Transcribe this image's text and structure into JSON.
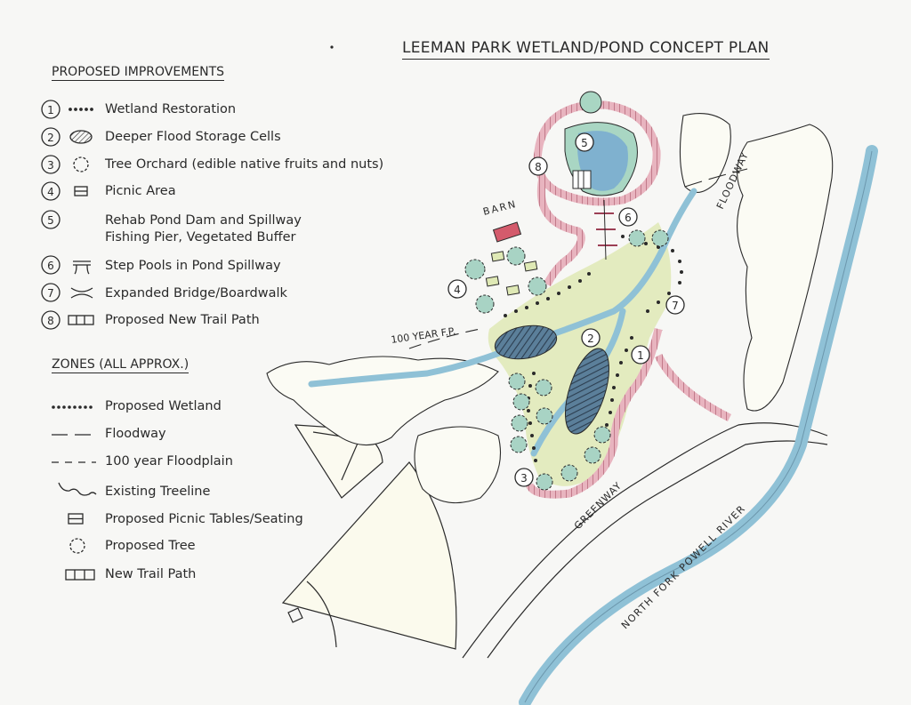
{
  "title": "LEEMAN PARK WETLAND/POND CONCEPT PLAN",
  "improvements": {
    "heading": "PROPOSED IMPROVEMENTS",
    "items": [
      {
        "num": "1",
        "label": "Wetland Restoration"
      },
      {
        "num": "2",
        "label": "Deeper Flood Storage Cells"
      },
      {
        "num": "3",
        "label": "Tree Orchard (edible native fruits and nuts)"
      },
      {
        "num": "4",
        "label": "Picnic Area"
      },
      {
        "num": "5",
        "label": "Rehab Pond Dam and Spillway",
        "label2": "Fishing Pier, Vegetated Buffer"
      },
      {
        "num": "6",
        "label": "Step Pools in Pond Spillway"
      },
      {
        "num": "7",
        "label": "Expanded Bridge/Boardwalk"
      },
      {
        "num": "8",
        "label": "Proposed New Trail Path"
      }
    ]
  },
  "zones": {
    "heading": "ZONES (ALL APPROX.)",
    "items": [
      {
        "label": "Proposed Wetland"
      },
      {
        "label": "Floodway"
      },
      {
        "label": "100 year Floodplain"
      },
      {
        "label": "Existing Treeline"
      },
      {
        "label": "Proposed Picnic Tables/Seating"
      },
      {
        "label": "Proposed Tree"
      },
      {
        "label": "New Trail Path"
      }
    ]
  },
  "map_labels": {
    "barn": "BARN",
    "floodplain": "100 YEAR F.P.",
    "floodway": "FLOODWAY",
    "greenway": "GREENWAY",
    "river": "NORTH FORK POWELL RIVER"
  },
  "colors": {
    "water": "#8fc1d6",
    "wetland": "#dfe9b5",
    "trail": "#c97a8a",
    "trees": "#a8d3c4",
    "cells": "#4c6f8a",
    "barn": "#d45b6c"
  }
}
